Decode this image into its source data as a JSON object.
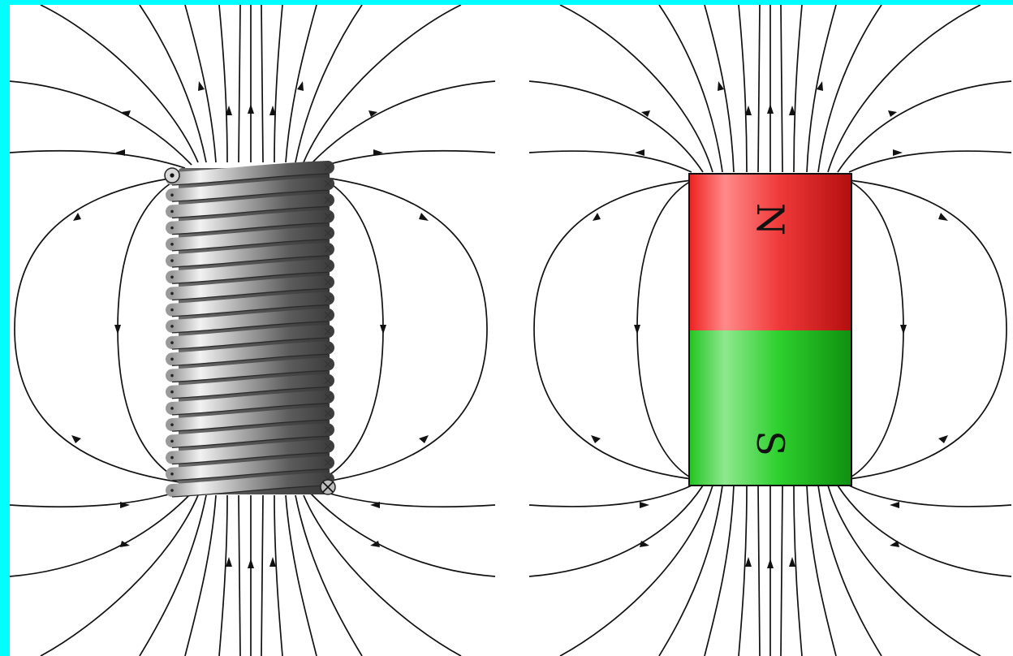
{
  "colors": {
    "frame": "#00ffff",
    "background": "#ffffff",
    "field_line": "#111111",
    "north_pole": "#ee2a2a",
    "south_pole": "#2ed02e",
    "coil_metal": "#8a8a8a"
  },
  "magnet": {
    "north_label": "N",
    "south_label": "S"
  },
  "coil": {
    "turn_count": 20,
    "current_out_symbol": "dot",
    "current_in_symbol": "cross"
  }
}
